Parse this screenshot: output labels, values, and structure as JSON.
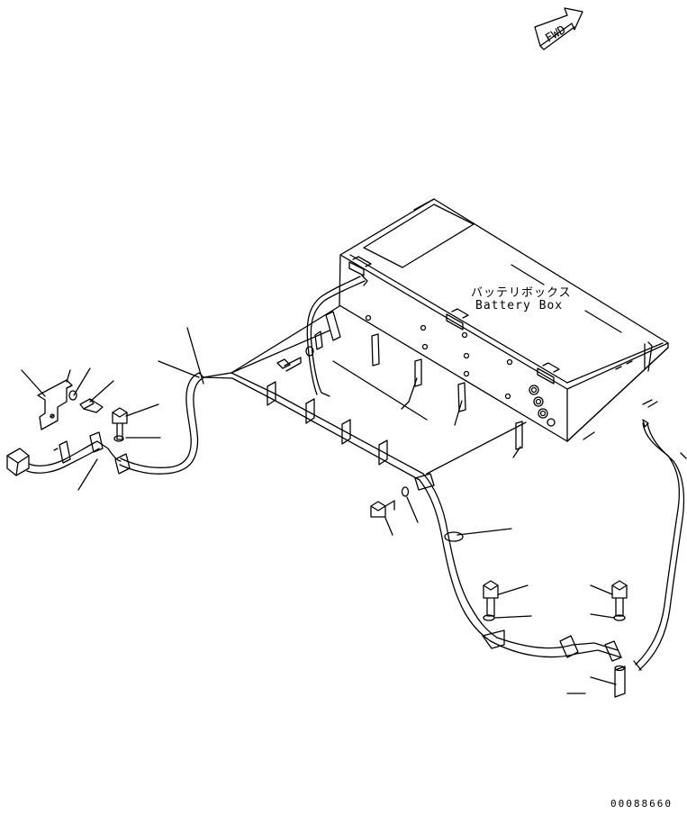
{
  "arrow": {
    "text": "FWD"
  },
  "callout": {
    "jp": "バッテリボックス",
    "en": "Battery Box"
  },
  "drawing": {
    "number": "00088660"
  },
  "icons": {
    "arrow": "fwd-arrow-icon"
  },
  "colors": {
    "line": "#000000",
    "paper": "#ffffff"
  }
}
